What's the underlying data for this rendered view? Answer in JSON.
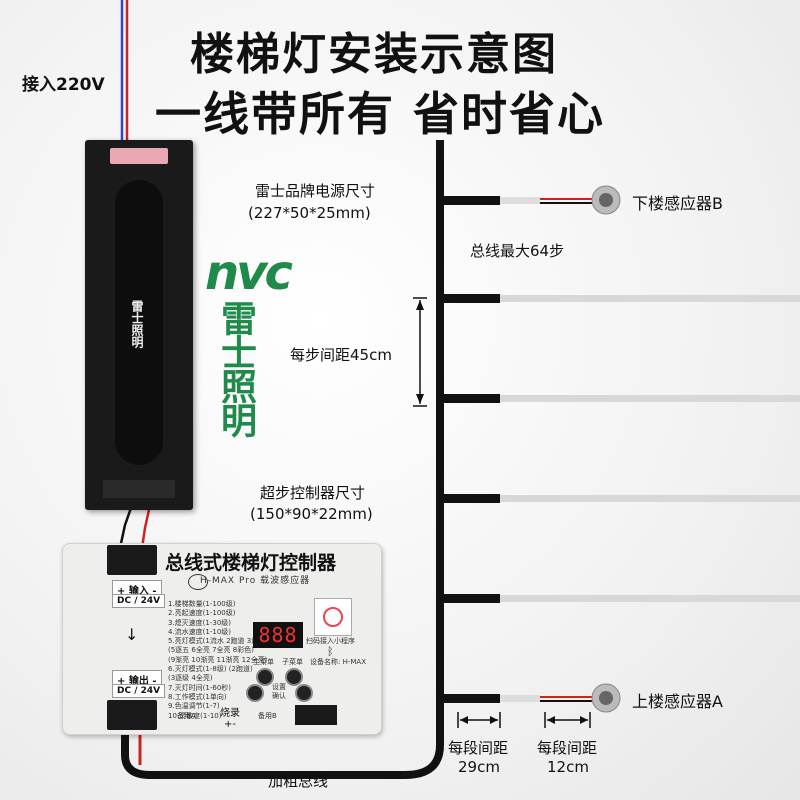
{
  "title": "楼梯灯安装示意图",
  "subtitle": "一线带所有 省时省心",
  "input_label": "接入220V",
  "psu": {
    "spec_line1": "雷士品牌电源尺寸",
    "spec_line2": "(227*50*25mm)",
    "brand_logo": "nvc",
    "brand_name": "雷士照明",
    "brand_color": "#1f8a4a"
  },
  "controller": {
    "spec_line1": "超步控制器尺寸",
    "spec_line2": "(150*90*22mm)",
    "title": "总线式楼梯灯控制器",
    "model": "H-MAX Pro  载波感应器",
    "input_tag": "+ 输入 -",
    "input_voltage": "DC / 24V",
    "output_tag": "+ 输出 -",
    "output_voltage": "DC / 24V",
    "display": "888",
    "menu_lines": [
      "1.楼梯数量(1-100级)",
      "2.亮起速度(1-100级)",
      "3.熄灭速度(1-30级)",
      "4.流水速度(1-10级)",
      "5.亮灯模式(1流水  2跑道  3逐一  4逐三)",
      "(5逐五  6全亮  7全亮  8彩色)",
      "(9渐亮  10渐亮  11渐亮  12全亮)",
      "6.灭灯模式(1-8级)  (2跑道)",
      "(3逐级  4全亮)",
      "7.灭灯时间(1-60秒)",
      "8.工作模式(1单向)",
      "9.色温调节(1-7)",
      "10.灵敏度(1-10)"
    ],
    "btn_main": "主菜单",
    "btn_sub": "子菜单",
    "btn_set": "设置\n确认",
    "aux_a": "备用A",
    "aux_b": "备用B",
    "burn": "烧录\n+-",
    "device_name": "设备名称: H-MAX",
    "qr_caption": "扫码接入小程序"
  },
  "sensor_b": "下楼感应器B",
  "sensor_a": "上楼感应器A",
  "max_steps": "总线最大64步",
  "step_spacing": "每步间距45cm",
  "segment1_line1": "每段间距",
  "segment1_line2": "29cm",
  "segment2_line1": "每段间距",
  "segment2_line2": "12cm",
  "thick_bus": "加粗总线"
}
